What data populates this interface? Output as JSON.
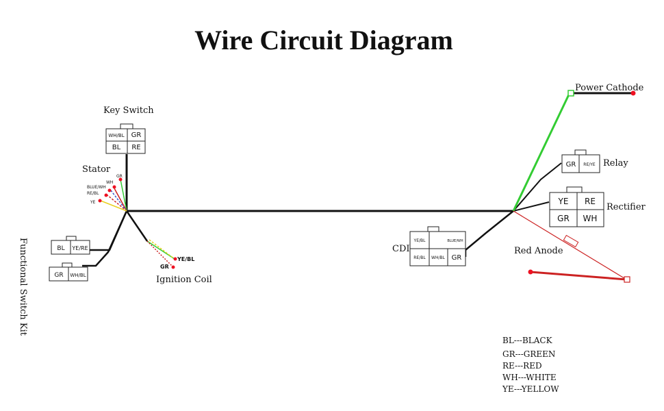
{
  "title": "Wire Circuit Diagram",
  "labels": {
    "key_switch": "Key Switch",
    "stator": "Stator",
    "functional_switch_kit": "Functional Switch Kit",
    "ignition_coil": "Ignition Coil",
    "cdi": "CDI",
    "power_cathode": "Power Cathode",
    "relay": "Relay",
    "rectifier": "Rectifier",
    "red_anode": "Red Anode"
  },
  "key_switch_cells": [
    "WH/BL",
    "GR",
    "BL",
    "RE"
  ],
  "functional_switch_upper": [
    "BL",
    "YE/RE"
  ],
  "functional_switch_lower": [
    "GR",
    "WH/BL"
  ],
  "stator_wires": [
    "GR",
    "WH",
    "BLUE/WH",
    "RE/BL",
    "YE"
  ],
  "ignition_wires": [
    "YE/BL",
    "GR"
  ],
  "cdi_cells": [
    "YE/BL",
    "BLUE/WH",
    "RE/BL",
    "WH/BL",
    "GR"
  ],
  "relay_cells": [
    "GR",
    "RE/YE"
  ],
  "rectifier_cells": [
    "YE",
    "RE",
    "GR",
    "WH"
  ],
  "legend": [
    "BL---BLACK",
    "GR---GREEN",
    "RE---RED",
    "WH---WHITE",
    "YE---YELLOW"
  ],
  "colors": {
    "wire_black": "#111111",
    "wire_green": "#33cc33",
    "wire_red": "#cc2222",
    "wire_yellow": "#e8d020",
    "wire_blue": "#3355cc",
    "pin_red": "#ee1122"
  }
}
